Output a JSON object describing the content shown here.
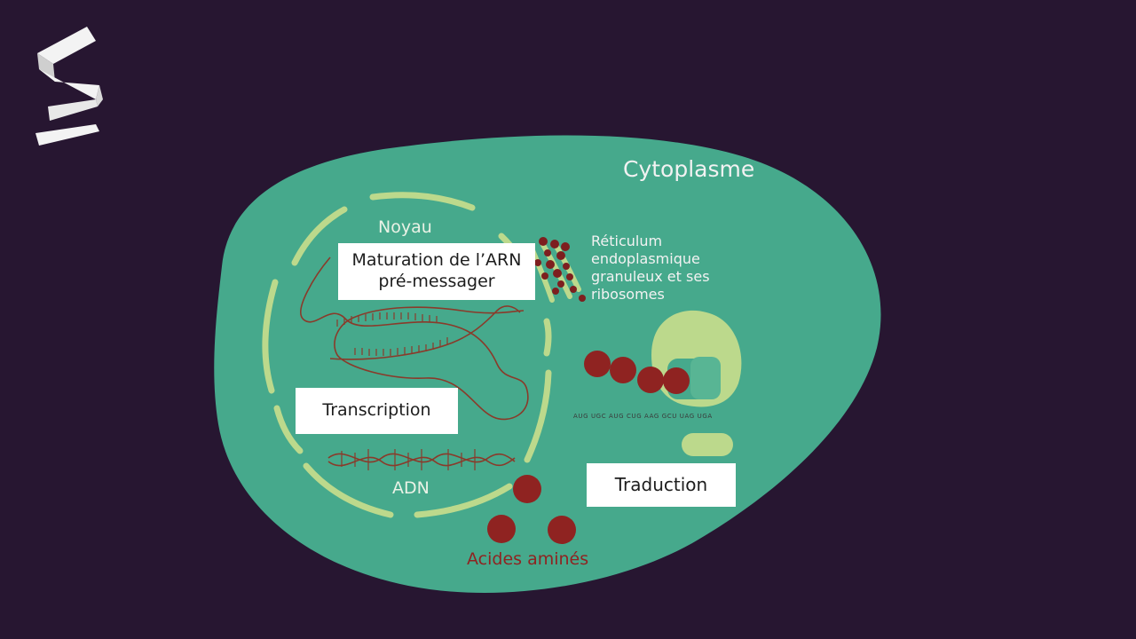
{
  "labels": {
    "cytoplasme": "Cytoplasme",
    "noyau": "Noyau",
    "adn": "ADN",
    "reticulum": "Réticulum endoplasmique granuleux et ses ribosomes",
    "acides_amines": "Acides aminés",
    "codons": "AUG UGC AUG CUG AAG GCU UAG UGA"
  },
  "boxes": {
    "maturation_line1": "Maturation de l’ARN",
    "maturation_line2": "pré-messager",
    "transcription": "Transcription",
    "traduction": "Traduction"
  },
  "colors": {
    "background": "#271631",
    "cytoplasm": "#46a98c",
    "nucleus_envelope": "#bcd98c",
    "ribosome_dark": "#7d1f1f",
    "amino_acid": "#8f2321",
    "dna_strand": "#8a3a2a"
  },
  "icons": {
    "logo": "s-ribbon-logo"
  }
}
